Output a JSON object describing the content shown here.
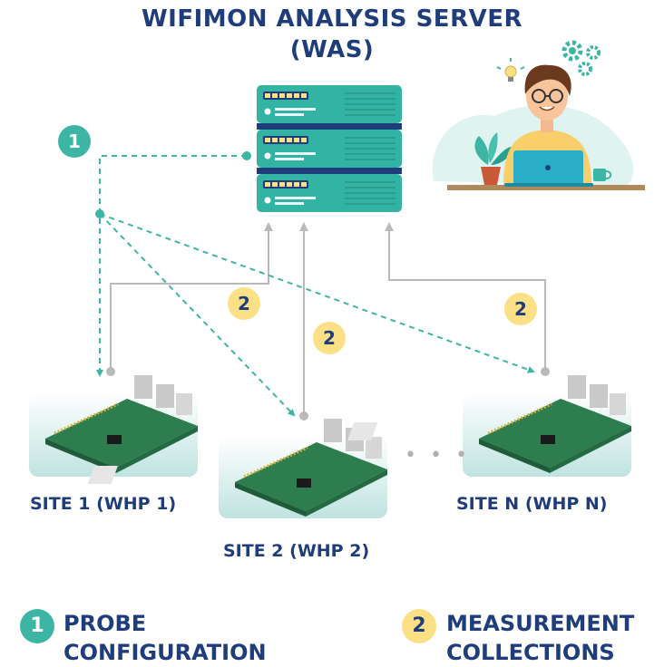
{
  "title": {
    "line1": "WIFIMON  ANALYSIS SERVER",
    "line2": "(WAS)"
  },
  "sites": [
    {
      "label": "SITE 1 (WHP 1)"
    },
    {
      "label": "SITE 2 (WHP 2)"
    },
    {
      "label": "SITE N (WHP N)"
    }
  ],
  "badges": {
    "one": "1",
    "two": "2"
  },
  "ellipsis": "• • •",
  "legend": {
    "probe": {
      "number": "1",
      "line1": "PROBE",
      "line2": "CONFIGURATION"
    },
    "measurement": {
      "number": "2",
      "line1": "MEASUREMENT",
      "line2": "COLLECTIONS"
    }
  },
  "colors": {
    "navy": "#1f3d7a",
    "teal": "#3db5a4",
    "yellow": "#fbe086",
    "gray": "#b9b9b9"
  }
}
